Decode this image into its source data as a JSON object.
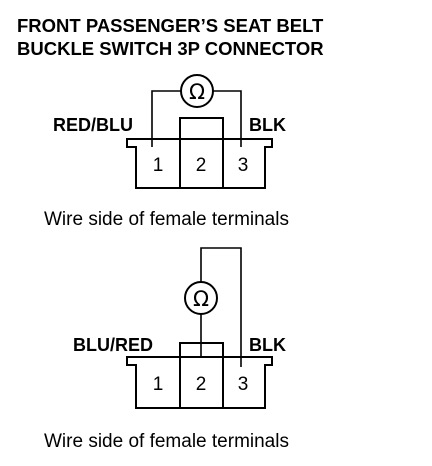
{
  "title": {
    "line1": "FRONT PASSENGER’S SEAT BELT",
    "line2": "BUCKLE SWITCH 3P CONNECTOR"
  },
  "diagrams": [
    {
      "left_wire_label": "RED/BLU",
      "right_wire_label": "BLK",
      "meter_symbol": "Ω",
      "pins": [
        "1",
        "2",
        "3"
      ],
      "caption": "Wire side of female terminals"
    },
    {
      "left_wire_label": "BLU/RED",
      "right_wire_label": "BLK",
      "meter_symbol": "Ω",
      "pins": [
        "1",
        "2",
        "3"
      ],
      "caption": "Wire side of female terminals"
    }
  ]
}
